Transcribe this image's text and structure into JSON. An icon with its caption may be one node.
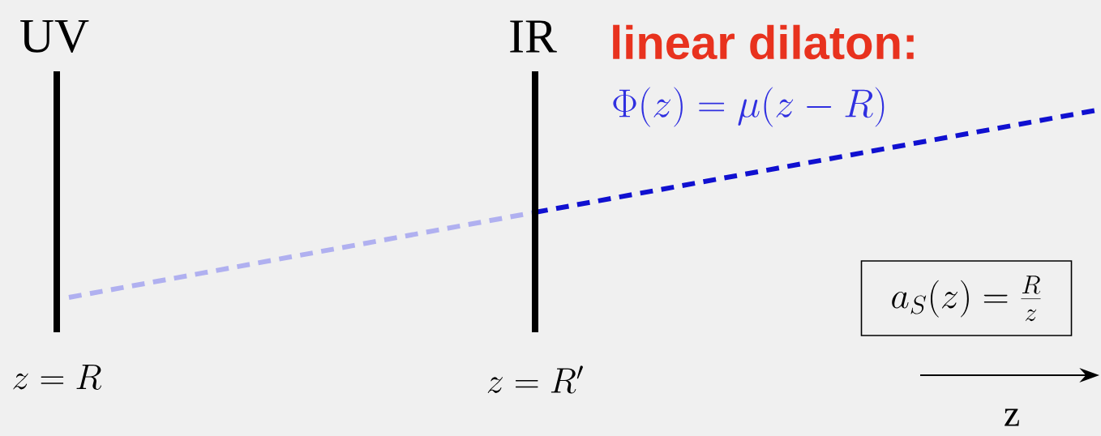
{
  "diagram": {
    "nodes": [
      {
        "text": [
          "UV"
        ],
        "beside": [
          "z = R"
        ]
      },
      {
        "text": [
          "IR"
        ],
        "beside": [
          "z = R'"
        ]
      },
      {
        "text": [
          "a_S(z) = \\frac{R}{z}"
        ]
      }
    ],
    "labels": [
      "linear dilaton:",
      "\\Phi(z) = \\mu(z - R)",
      "z"
    ]
  }
}
